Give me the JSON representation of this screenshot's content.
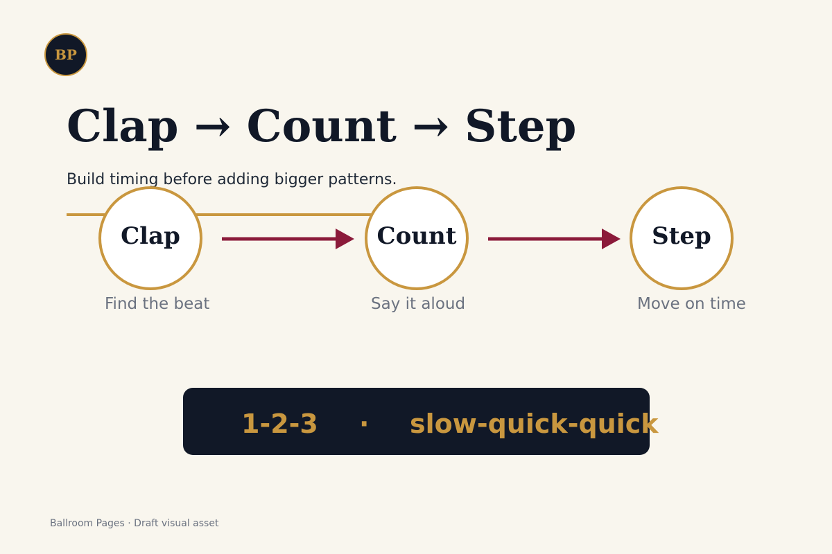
{
  "logo": {
    "text": "BP"
  },
  "title": "Clap → Count → Step",
  "subtitle": "Build timing before adding bigger patterns.",
  "steps": [
    {
      "label": "Clap",
      "caption": "Find the beat"
    },
    {
      "label": "Count",
      "caption": "Say it aloud"
    },
    {
      "label": "Step",
      "caption": "Move on time"
    }
  ],
  "rhythm": {
    "primary": "1-2-3",
    "separator": "·",
    "secondary": "slow-quick-quick"
  },
  "footer": "Ballroom Pages · Draft visual asset",
  "colors": {
    "background": "#f9f6ee",
    "navy": "#111827",
    "gold": "#c9973f",
    "arrow": "#8b1a3a",
    "muted": "#6b7280"
  },
  "icons": [
    "arrow-right-icon"
  ]
}
